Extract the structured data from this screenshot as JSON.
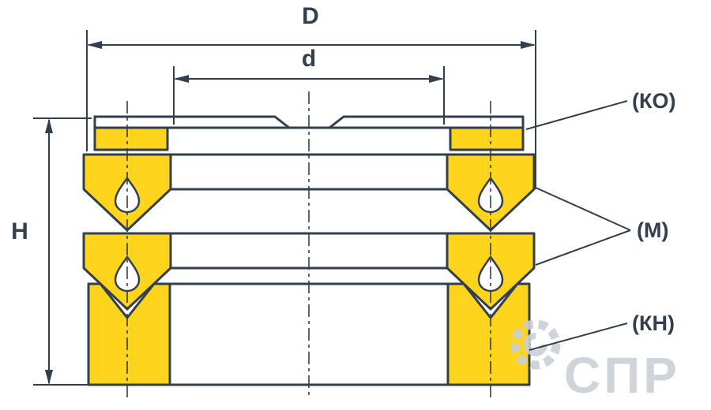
{
  "dimensions": {
    "outer": "D",
    "inner": "d",
    "height": "H"
  },
  "callouts": {
    "top_ring": "(КО)",
    "seal": "(М)",
    "bottom_ring": "(КН)"
  },
  "watermark": {
    "text": "СПР"
  },
  "colors": {
    "part_fill": "#FFD41C",
    "line": "#333F4C",
    "watermark": "#CAD0D6"
  }
}
